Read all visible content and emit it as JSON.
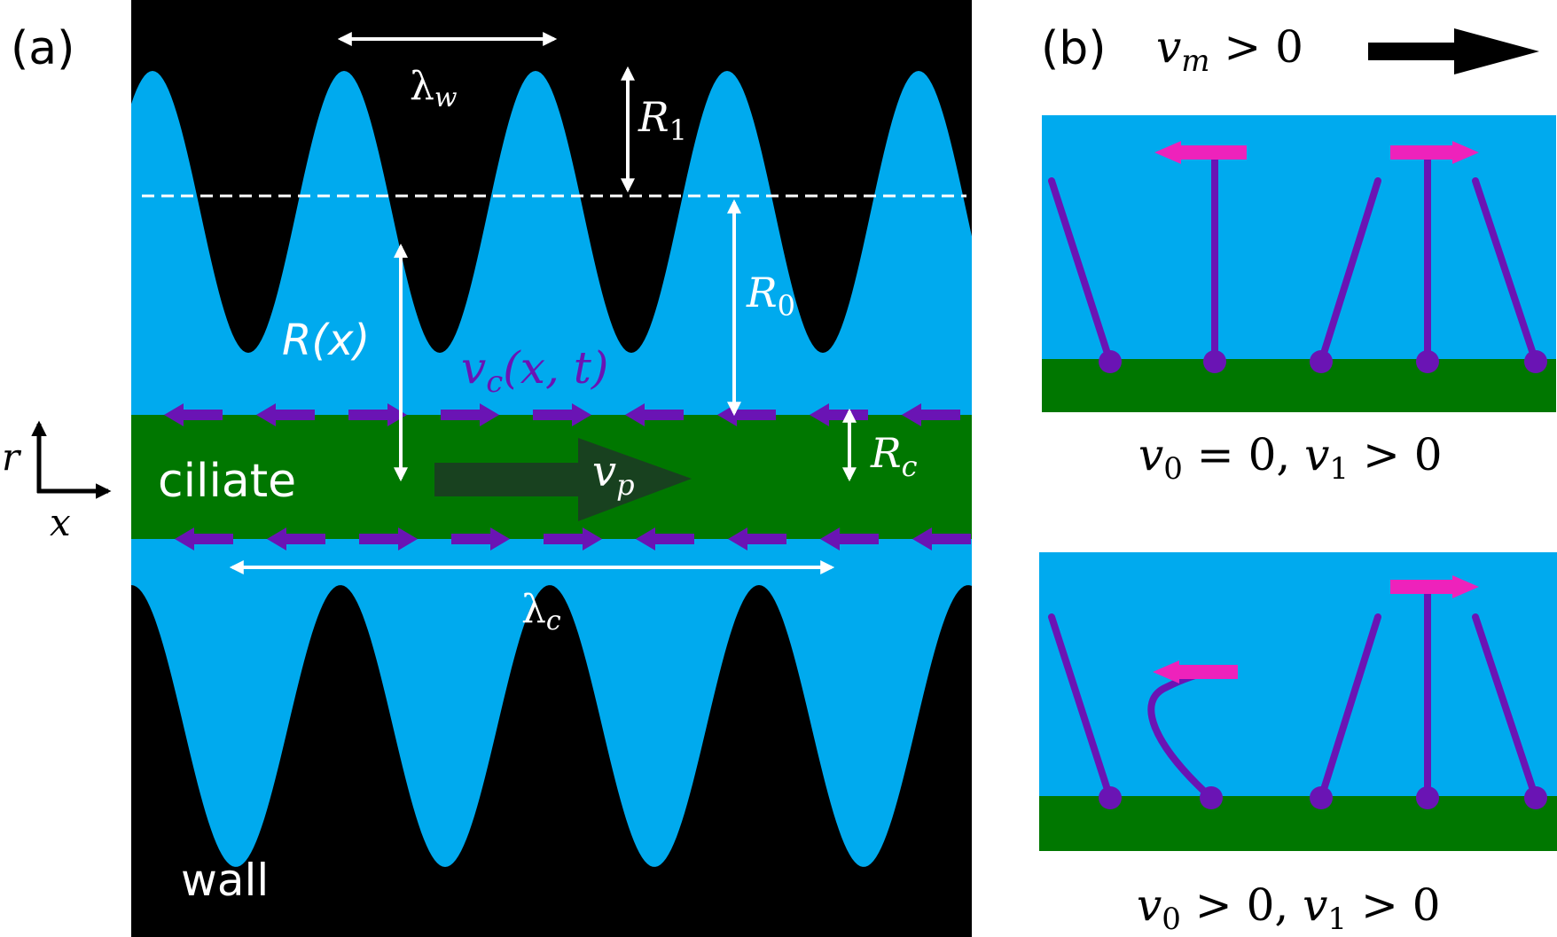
{
  "panel_a": {
    "label": "(a)",
    "ciliate_text": "ciliate",
    "wall_text": "wall",
    "lambda_w": "λ",
    "lambda_w_sub": "w",
    "R1": "R",
    "R1_sub": "1",
    "R0": "R",
    "R0_sub": "0",
    "Rx": "R(x)",
    "vc": "v",
    "vc_sub": "c",
    "vc_args": "(x, t)",
    "Rc": "R",
    "Rc_sub": "c",
    "vp": "v",
    "vp_sub": "p",
    "lambda_c": "λ",
    "lambda_c_sub": "c",
    "axis_r": "r",
    "axis_x": "x"
  },
  "panel_b": {
    "label": "(b)",
    "vm": "v",
    "vm_sub": "m",
    "vm_rel": " > 0",
    "top_caption": {
      "v0": "v",
      "v0_sub": "0",
      "v0_rel": " = 0, ",
      "v1": "v",
      "v1_sub": "1",
      "v1_rel": " > 0"
    },
    "bottom_caption": {
      "v0": "v",
      "v0_sub": "0",
      "v0_rel": " > 0, ",
      "v1": "v",
      "v1_sub": "1",
      "v1_rel": " > 0"
    }
  },
  "colors": {
    "fluid": "#00aaee",
    "wall": "#000000",
    "ciliate": "#007700",
    "cilia": "#6a14b4",
    "beat_arrow": "#ee22bb",
    "annotation": "#ffffff",
    "propulsion_arrow": "#1a3d22"
  },
  "icons": [
    "axis-r-arrow-icon",
    "axis-x-arrow-icon",
    "vm-direction-arrow-icon",
    "vp-propulsion-arrow-icon"
  ]
}
